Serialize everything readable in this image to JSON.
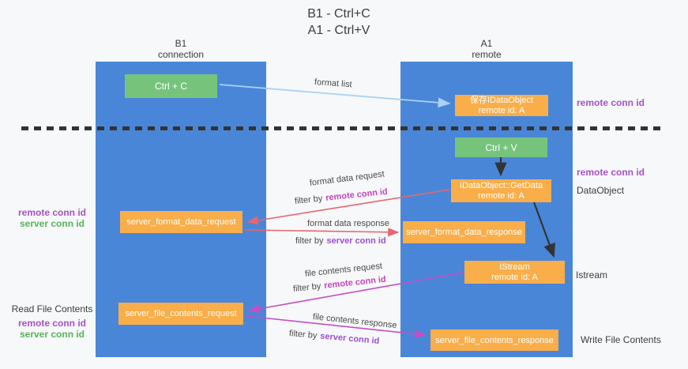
{
  "title": {
    "line1": "B1 - Ctrl+C",
    "line2": "A1 - Ctrl+V"
  },
  "columns": {
    "left": {
      "name": "B1",
      "role": "connection"
    },
    "right": {
      "name": "A1",
      "role": "remote"
    }
  },
  "nodes": {
    "ctrl_c": {
      "label": "Ctrl + C"
    },
    "ctrl_v": {
      "label": "Ctrl + V"
    },
    "save_dataobject": {
      "line1": "保存IDataObject",
      "line2": "remote id: A"
    },
    "getdata": {
      "line1": "IDataObject::GetData",
      "line2": "remote id: A"
    },
    "istream": {
      "line1": "IStream",
      "line2": "remote id: A"
    },
    "format_request": {
      "label": "server_format_data_request"
    },
    "format_response": {
      "label": "server_format_data_response"
    },
    "file_request": {
      "label": "server_file_contents_request"
    },
    "file_response": {
      "label": "server_file_contents_response"
    }
  },
  "edge_labels": {
    "format_list": "format list",
    "format_data_request": "format data request",
    "format_data_response": "format data response",
    "file_contents_request": "file contents request",
    "file_contents_response": "file contents response",
    "filter_by": "filter by",
    "remote_conn_id": "remote conn id",
    "server_conn_id": "server conn id"
  },
  "annotations": {
    "right_remote_conn_id_top": "remote conn id",
    "right_remote_conn_id_mid": "remote conn id",
    "right_dataobject": "DataObject",
    "right_istream": "Istream",
    "right_write_file_contents": "Write File Contents",
    "left_remote_conn_id_top": "remote conn id",
    "left_server_conn_id_top": "server conn id",
    "left_read_file_contents": "Read File Contents",
    "left_remote_conn_id_bottom": "remote conn id",
    "left_server_conn_id_bottom": "server conn id"
  },
  "colors": {
    "column_blue": "#4a86d8",
    "box_green": "#76c47c",
    "box_orange": "#f9ae4a",
    "arrow_red": "#e8656f",
    "arrow_magenta": "#c44fc4",
    "arrow_light_blue": "#a9d2f3",
    "arrow_black": "#333333",
    "label_purple": "#a551c9",
    "label_green": "#57b35c",
    "filter_remote_magenta": "#c742be",
    "filter_server_purple": "#9a4fd2"
  }
}
